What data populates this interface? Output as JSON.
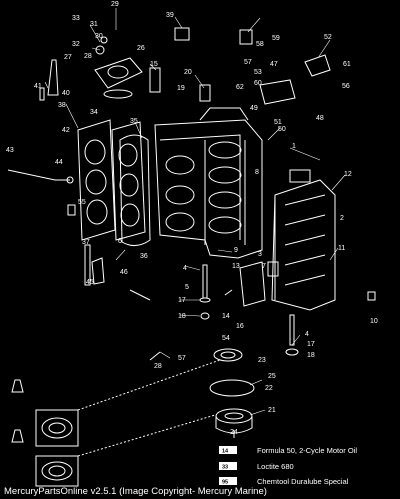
{
  "callouts": [
    {
      "label": "29"
    },
    {
      "label": "33"
    },
    {
      "label": "31"
    },
    {
      "label": "32"
    },
    {
      "label": "30"
    },
    {
      "label": "26"
    },
    {
      "label": "27"
    },
    {
      "label": "28"
    },
    {
      "label": "39"
    },
    {
      "label": "58"
    },
    {
      "label": "59"
    },
    {
      "label": "52"
    },
    {
      "label": "61"
    },
    {
      "label": "57"
    },
    {
      "label": "53"
    },
    {
      "label": "47"
    },
    {
      "label": "56"
    },
    {
      "label": "15"
    },
    {
      "label": "20"
    },
    {
      "label": "19"
    },
    {
      "label": "62"
    },
    {
      "label": "60"
    },
    {
      "label": "49"
    },
    {
      "label": "41"
    },
    {
      "label": "40"
    },
    {
      "label": "38"
    },
    {
      "label": "34"
    },
    {
      "label": "42"
    },
    {
      "label": "35"
    },
    {
      "label": "51"
    },
    {
      "label": "50"
    },
    {
      "label": "48"
    },
    {
      "label": "1"
    },
    {
      "label": "43"
    },
    {
      "label": "44"
    },
    {
      "label": "12"
    },
    {
      "label": "55"
    },
    {
      "label": "8"
    },
    {
      "label": "2"
    },
    {
      "label": "3"
    },
    {
      "label": "37"
    },
    {
      "label": "6"
    },
    {
      "label": "36"
    },
    {
      "label": "9"
    },
    {
      "label": "11"
    },
    {
      "label": "46"
    },
    {
      "label": "45"
    },
    {
      "label": "4"
    },
    {
      "label": "13"
    },
    {
      "label": "7"
    },
    {
      "label": "5"
    },
    {
      "label": "17"
    },
    {
      "label": "14"
    },
    {
      "label": "18"
    },
    {
      "label": "16"
    },
    {
      "label": "54"
    },
    {
      "label": "10"
    },
    {
      "label": "4"
    },
    {
      "label": "17"
    },
    {
      "label": "18"
    },
    {
      "label": "28"
    },
    {
      "label": "57"
    },
    {
      "label": "23"
    },
    {
      "label": "22"
    },
    {
      "label": "21"
    },
    {
      "label": "24"
    },
    {
      "label": "25"
    }
  ],
  "legend": [
    {
      "number": "14",
      "text": "Formula 50, 2-Cycle Motor Oil"
    },
    {
      "number": "33",
      "text": "Loctite 680"
    },
    {
      "number": "95",
      "text": "Chemtool Duralube Special"
    }
  ],
  "footer_text": "MercuryPartsOnline v2.5.1 (Image Copyright- Mercury Marine)"
}
